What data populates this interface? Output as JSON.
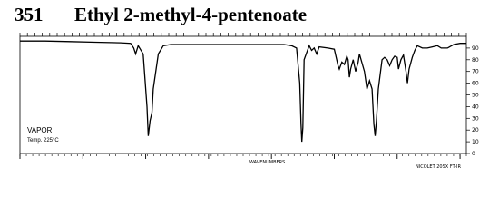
{
  "header": {
    "catalog_number": "351",
    "compound_name": "Ethyl 2-methyl-4-pentenoate"
  },
  "sample": {
    "state": "VAPOR",
    "temperature": "Temp. 225°C"
  },
  "footer": {
    "x_axis_caption": "WAVENUMBERS",
    "source": "NICOLET 20SX FT-IR"
  },
  "chart_data": {
    "type": "line",
    "title": "Ethyl 2-methyl-4-pentenoate",
    "xlabel": "WAVENUMBERS",
    "ylabel": "",
    "x_unit": "cm-1",
    "xlim": [
      4000,
      450
    ],
    "ylim": [
      0,
      100
    ],
    "ytick_labels": [
      "90",
      "80",
      "70",
      "60",
      "50",
      "40",
      "30",
      "20",
      "10",
      "0"
    ],
    "grid": false,
    "series": [
      {
        "points": [
          [
            4000,
            96
          ],
          [
            3800,
            96
          ],
          [
            3600,
            95.5
          ],
          [
            3400,
            95
          ],
          [
            3200,
            94.5
          ],
          [
            3120,
            94
          ],
          [
            3095,
            90
          ],
          [
            3080,
            85
          ],
          [
            3060,
            92
          ],
          [
            3020,
            85
          ],
          [
            2990,
            40
          ],
          [
            2980,
            15
          ],
          [
            2965,
            28
          ],
          [
            2950,
            35
          ],
          [
            2940,
            55
          ],
          [
            2900,
            85
          ],
          [
            2860,
            92
          ],
          [
            2800,
            93
          ],
          [
            2600,
            93
          ],
          [
            2400,
            93
          ],
          [
            2200,
            93
          ],
          [
            2000,
            93
          ],
          [
            1900,
            93
          ],
          [
            1840,
            92
          ],
          [
            1800,
            90
          ],
          [
            1775,
            60
          ],
          [
            1765,
            25
          ],
          [
            1758,
            10
          ],
          [
            1750,
            22
          ],
          [
            1740,
            80
          ],
          [
            1700,
            92
          ],
          [
            1680,
            88
          ],
          [
            1660,
            90
          ],
          [
            1640,
            85
          ],
          [
            1620,
            91
          ],
          [
            1550,
            90
          ],
          [
            1500,
            89
          ],
          [
            1470,
            75
          ],
          [
            1460,
            72
          ],
          [
            1440,
            78
          ],
          [
            1420,
            76
          ],
          [
            1400,
            83
          ],
          [
            1390,
            80
          ],
          [
            1380,
            65
          ],
          [
            1370,
            72
          ],
          [
            1350,
            80
          ],
          [
            1330,
            70
          ],
          [
            1310,
            78
          ],
          [
            1300,
            85
          ],
          [
            1260,
            70
          ],
          [
            1240,
            55
          ],
          [
            1220,
            62
          ],
          [
            1200,
            55
          ],
          [
            1185,
            25
          ],
          [
            1175,
            15
          ],
          [
            1165,
            28
          ],
          [
            1150,
            55
          ],
          [
            1120,
            80
          ],
          [
            1100,
            82
          ],
          [
            1080,
            80
          ],
          [
            1060,
            75
          ],
          [
            1040,
            80
          ],
          [
            1020,
            83
          ],
          [
            1000,
            82
          ],
          [
            990,
            72
          ],
          [
            970,
            80
          ],
          [
            950,
            84
          ],
          [
            930,
            70
          ],
          [
            918,
            60
          ],
          [
            905,
            72
          ],
          [
            880,
            82
          ],
          [
            860,
            88
          ],
          [
            840,
            92
          ],
          [
            800,
            90
          ],
          [
            760,
            90
          ],
          [
            720,
            91
          ],
          [
            680,
            92
          ],
          [
            650,
            90
          ],
          [
            600,
            90
          ],
          [
            550,
            93
          ],
          [
            500,
            94
          ],
          [
            450,
            94
          ]
        ]
      }
    ]
  }
}
